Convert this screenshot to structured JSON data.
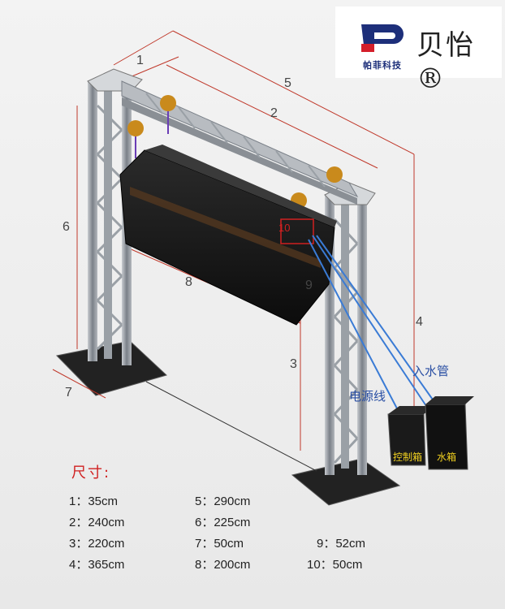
{
  "logo": {
    "sub_text": "帕菲科技",
    "brand_name": "贝怡®"
  },
  "dimension_markers": {
    "m1": "1",
    "m2": "2",
    "m3": "3",
    "m4": "4",
    "m5": "5",
    "m6": "6",
    "m7": "7",
    "m8": "8",
    "m9": "9",
    "m10": "10"
  },
  "labels": {
    "water_inlet": "入水管",
    "power_line": "电源线",
    "control_box": "控制箱",
    "water_tank": "水箱"
  },
  "legend": {
    "title": "尺寸:",
    "specs": [
      "1：35cm",
      "2：240cm",
      "3：220cm",
      "4：365cm",
      "5：290cm",
      "6：225cm",
      "7：50cm",
      "8：200cm",
      "9：52cm",
      "10：50cm"
    ]
  },
  "colors": {
    "truss": "#8a8f95",
    "dimension_line": "#c0392b",
    "legend_title": "#d02020",
    "hose": "#3a7bd5",
    "label_blue": "#2a4fa3",
    "box_label": "#f0d020"
  }
}
